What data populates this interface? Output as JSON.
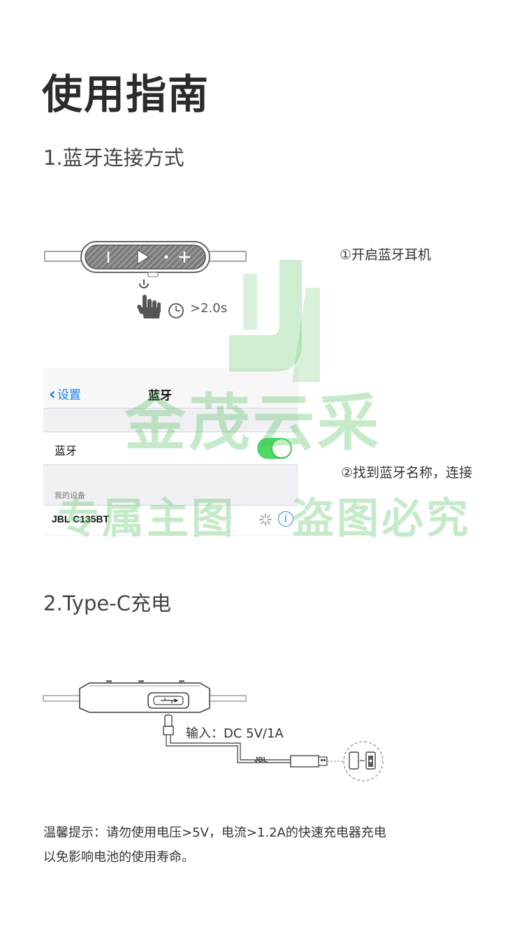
{
  "page": {
    "title": "使用指南",
    "section1_title": "1.蓝牙连接方式",
    "section2_title": "2.Type-C充电"
  },
  "bluetooth": {
    "step1_label": "①开启蓝牙耳机",
    "hold_time": ">2.0s",
    "step2_label": "②找到蓝牙名称，连接"
  },
  "ios_settings": {
    "back_label": "设置",
    "nav_title": "蓝牙",
    "bluetooth_label": "蓝牙",
    "bluetooth_on": true,
    "section_header": "我的设备",
    "device_name": "JBL C135BT"
  },
  "charging": {
    "input_spec": "输入：DC 5V/1A",
    "cable_brand": "JBL"
  },
  "tip": {
    "line1": "温馨提示：请勿使用电压>5V，电流>1.2A的快速充电器充电",
    "line2": "以免影响电池的使用寿命。"
  },
  "watermark": {
    "logo_text": "金茂云采",
    "line_left": "专属主图",
    "line_right": "盗图必究"
  },
  "colors": {
    "ios_blue": "#1a7cf5",
    "toggle_green": "#4cd964",
    "watermark_green": "#50be5a"
  }
}
